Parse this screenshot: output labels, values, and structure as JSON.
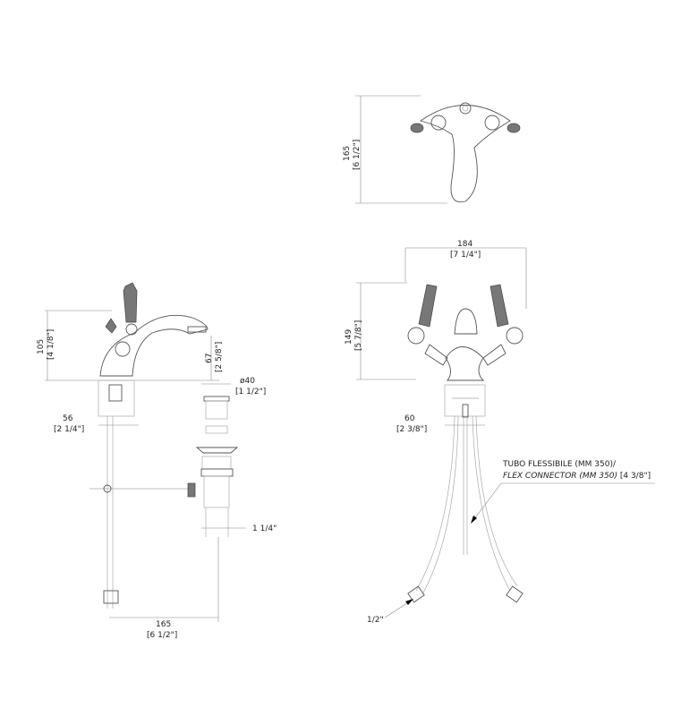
{
  "top_view": {
    "height_mm": "165",
    "height_in": "[6 1/2\"]"
  },
  "side_view": {
    "height_mm": "105",
    "height_in": "[4 1/8\"]",
    "spout_mm": "67",
    "spout_in": "[2 5/8\"]",
    "drain_diameter_mm": "ø40",
    "drain_diameter_in": "[1 1/2\"]",
    "base_mm": "56",
    "base_in": "[2 1/4\"]",
    "drain_outlet": "1 1/4\"",
    "rod_mm": "165",
    "rod_in": "[6 1/2\"]"
  },
  "front_view": {
    "width_mm": "184",
    "width_in": "[7 1/4\"]",
    "height_mm": "149",
    "height_in": "[5 7/8\"]",
    "base_mm": "60",
    "base_in": "[2 3/8\"]",
    "flex_label_it": "TUBO FLESSIBILE (MM 350)/",
    "flex_label_en": "FLEX CONNECTOR (MM 350)",
    "flex_label_in": " [4 3/8\"]",
    "connector_size": "1/2\""
  }
}
